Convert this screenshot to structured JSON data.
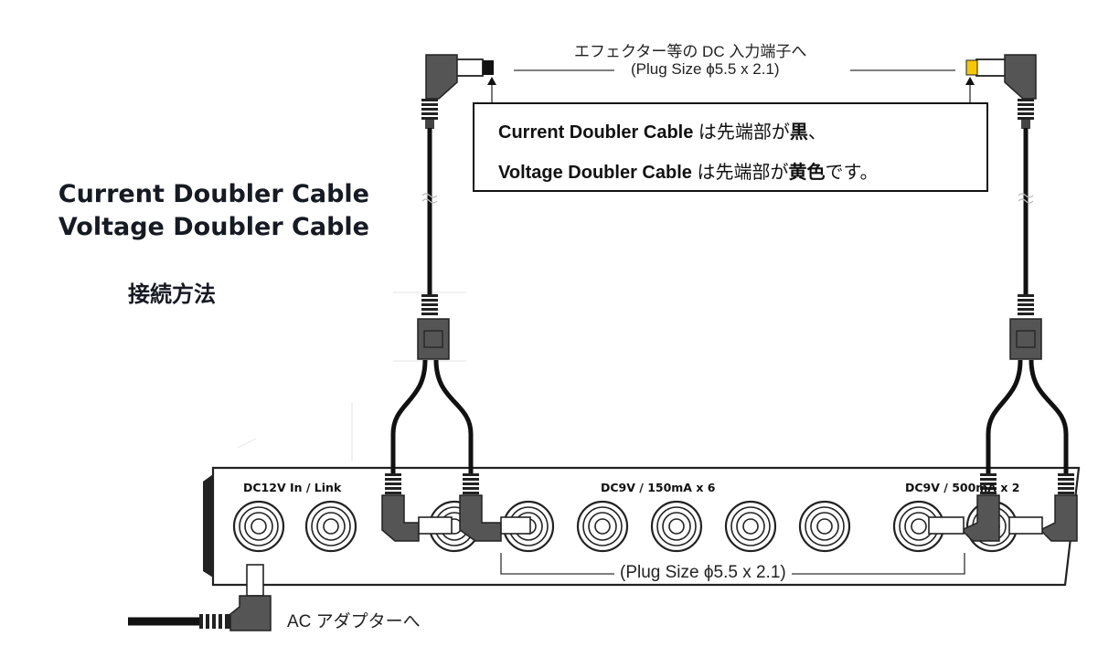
{
  "title": {
    "line1": "Current Doubler Cable",
    "line2": "Voltage Doubler Cable",
    "subtitle": "接続方法"
  },
  "top_annotation": {
    "line1": "エフェクター等の DC 入力端子へ",
    "line2": "(Plug Size  ϕ5.5 x 2.1)"
  },
  "note_box": {
    "line1_bold": "Current Doubler Cable",
    "line1_rest": " は先端部が",
    "line1_emph": "黒",
    "line1_end": "、",
    "line2_bold": "Voltage Doubler Cable",
    "line2_rest": " は先端部が",
    "line2_emph": "黄色",
    "line2_end": "です。"
  },
  "panel": {
    "in_label": "DC12V In / Link",
    "out_a_label": "DC9V / 150mA x 6",
    "out_b_label": "DC9V / 500mA x 2",
    "plug_size": "(Plug Size  ϕ5.5 x 2.1)"
  },
  "adapter_label": "AC アダプターへ",
  "colors": {
    "cable": "#111111",
    "left_tip": "#111111",
    "right_tip": "#f5c800"
  }
}
